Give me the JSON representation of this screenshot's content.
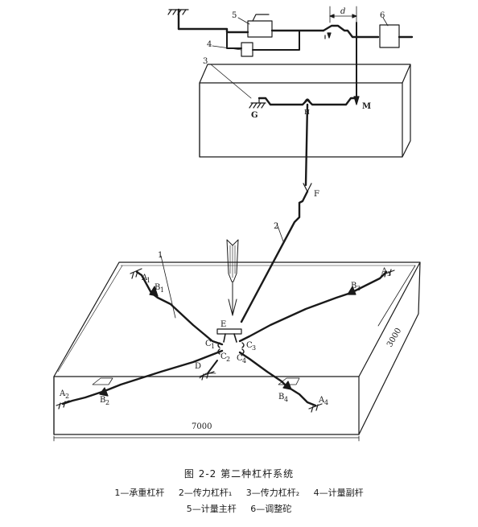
{
  "labels": {
    "part5": "5",
    "part4": "4",
    "part3": "3",
    "part6": "6",
    "d": "d",
    "G": "G",
    "H": "H",
    "M": "M",
    "F": "F",
    "part2": "2",
    "part1": "1",
    "A1": "A",
    "A1_sub": "1",
    "B1": "B",
    "B1_sub": "1",
    "A3": "A",
    "A3_sub": "3",
    "B3": "B",
    "B3_sub": "3",
    "E": "E",
    "C1": "C",
    "C1_sub": "1",
    "C2": "C",
    "C2_sub": "2",
    "C3": "C",
    "C3_sub": "3",
    "C4": "C",
    "C4_sub": "4",
    "D": "D",
    "A2": "A",
    "A2_sub": "2",
    "B2": "B",
    "B2_sub": "2",
    "B4": "B",
    "B4_sub": "4",
    "A4": "A",
    "A4_sub": "4",
    "dim_width": "7000",
    "dim_depth": "3000"
  },
  "caption": {
    "title": "图 2-2   第二种杠杆系统",
    "items": [
      "1—承重杠杆",
      "2—传力杠杆₁",
      "3—传力杠杆₂",
      "4—计量副杆",
      "5—计量主杆",
      "6—调整砣"
    ]
  }
}
